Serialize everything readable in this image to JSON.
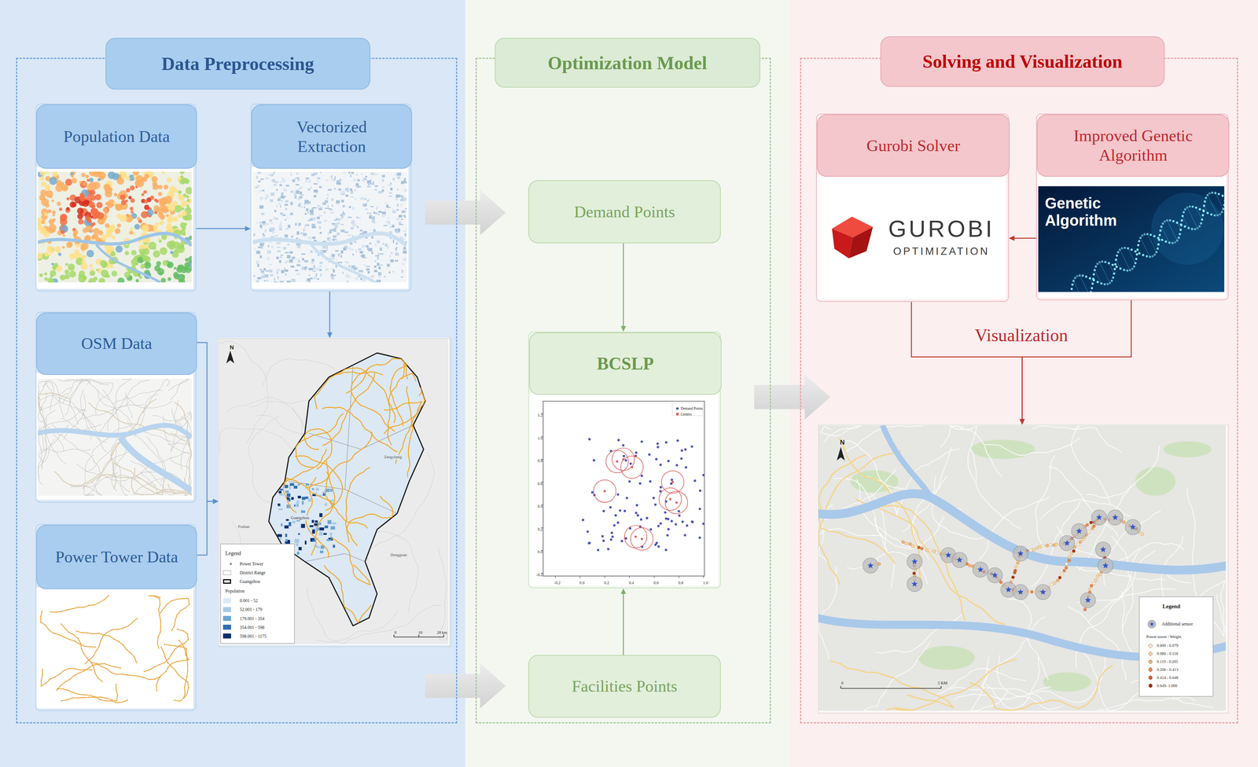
{
  "diagram": {
    "nodes": [
      {
        "text": [
          "Data Preprocessing"
        ]
      },
      {
        "text": [
          "Population Data"
        ],
        "in": 0
      },
      {
        "text": [
          "Vectorized Extraction"
        ],
        "in": 0
      },
      {
        "text": [
          "OSM Data"
        ],
        "in": 0
      },
      {
        "text": [
          "Power Tower Data"
        ],
        "in": 0
      },
      {
        "text": [
          "Legend"
        ],
        "in": 0
      },
      {
        "text": [
          "Optimization Model"
        ]
      },
      {
        "text": [
          "Demand Points"
        ],
        "in": 6
      },
      {
        "text": [
          "BCSLP"
        ],
        "in": 6
      },
      {
        "text": [
          "Facilities Points"
        ],
        "in": 6
      },
      {
        "text": [
          "Solving and Visualization"
        ]
      },
      {
        "text": [
          "Gurobi Solver"
        ],
        "in": 10
      },
      {
        "text": [
          "Improved Genetic Algorithm"
        ],
        "in": 10
      },
      {
        "text": [
          "Legend"
        ],
        "in": 10
      }
    ],
    "edges": [
      {
        "from": 1,
        "to": 2,
        "arrow": "to"
      },
      {
        "from": 2,
        "to": 5,
        "arrow": "to"
      },
      {
        "from": 3,
        "to": 5,
        "arrow": "to"
      },
      {
        "from": 4,
        "to": 5,
        "arrow": "to"
      },
      {
        "from": 0,
        "to": 7,
        "arrow": "to"
      },
      {
        "from": 0,
        "to": 9,
        "arrow": "to"
      },
      {
        "from": 7,
        "to": 8,
        "arrow": "to"
      },
      {
        "from": 9,
        "to": 8,
        "arrow": "to"
      },
      {
        "from": 6,
        "to": 10,
        "arrow": "to"
      },
      {
        "from": 12,
        "to": 11,
        "arrow": "to"
      },
      {
        "from": 11,
        "to": 13,
        "label": "Visualization",
        "arrow": "to"
      },
      {
        "from": 12,
        "to": 13,
        "arrow": "to"
      }
    ],
    "labels": [
      "Population",
      "N",
      "0",
      "10",
      "20 km",
      "Guangzhou",
      "Foshan",
      "Dongguan",
      "Zengcheng",
      "1.2",
      "1.0",
      "0.8",
      "0.6",
      "0.4",
      "0.2",
      "0.0",
      "-0.2",
      "-0.2",
      "0.0",
      "0.2",
      "0.4",
      "0.6",
      "0.8",
      "1.0",
      "GUROBI",
      "OPTIMIZATION",
      "Genetic Algorithm",
      "N",
      "0",
      "5 KM",
      "Power tower / Weight"
    ],
    "legend": [
      {
        "text": "Power Tower"
      },
      {
        "text": "District Range"
      },
      {
        "text": "Guangzhou"
      },
      {
        "text": "0.001 - 52",
        "color": "#dce9f5"
      },
      {
        "text": "52.001 - 179",
        "color": "#a8cbe6"
      },
      {
        "text": "179.001 - 354",
        "color": "#6ea6d4"
      },
      {
        "text": "354.001 - 598",
        "color": "#2e6fb0"
      },
      {
        "text": "598.001 - 1175",
        "color": "#0b2f6b"
      },
      {
        "text": "Demand Points"
      },
      {
        "text": "Centers"
      },
      {
        "text": "Additional sensor"
      },
      {
        "text": "0.000 - 0.079",
        "color": "#fbf1d2"
      },
      {
        "text": "0.080 - 0.118",
        "color": "#f6dba0"
      },
      {
        "text": "0.119 - 0.205",
        "color": "#f0b877"
      },
      {
        "text": "0.206 - 0.413",
        "color": "#e58a4e"
      },
      {
        "text": "0.414 - 0.648",
        "color": "#d45d2e"
      },
      {
        "text": "0.649- 1.000",
        "color": "#a8300f"
      }
    ]
  }
}
